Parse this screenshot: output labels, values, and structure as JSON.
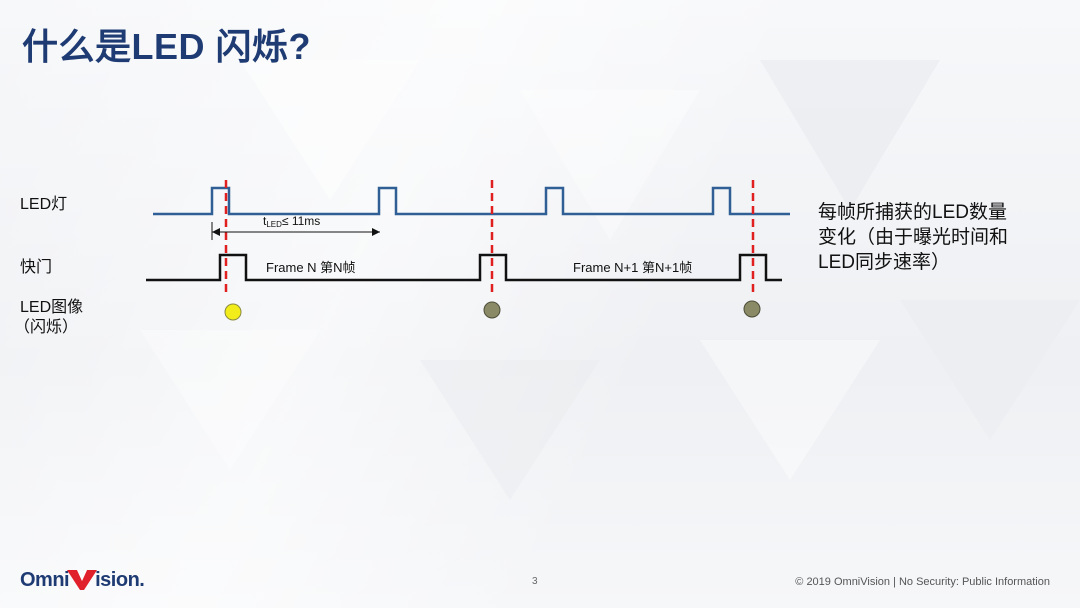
{
  "slide": {
    "title": "什么是LED 闪烁?",
    "rows": {
      "led": "LED灯",
      "shutter": "快门",
      "image_line1": "LED图像",
      "image_line2": "（闪烁）"
    },
    "tled_prefix": "t",
    "tled_sub": "LED",
    "tled_suffix": "≤ 11ms",
    "frames": [
      {
        "label": "Frame N  第N帧"
      },
      {
        "label": "Frame N+1  第N+1帧"
      }
    ],
    "note_lines": [
      "每帧所捕获的LED数量",
      "变化（由于曝光时间和",
      "LED同步速率）"
    ],
    "dots": [
      {
        "state": "on",
        "color": "#f3ec1b"
      },
      {
        "state": "off",
        "color": "#8a8a66"
      },
      {
        "state": "off",
        "color": "#8a8a66"
      }
    ],
    "colors": {
      "led_signal": "#2f5f94",
      "shutter_signal": "#111111",
      "marker": "#e02020",
      "title": "#1f3b73"
    }
  },
  "footer": {
    "logo_left": "Omni",
    "logo_right": "ision.",
    "page_number": "3",
    "copyright": "© 2019 OmniVision | No Security: Public Information"
  }
}
